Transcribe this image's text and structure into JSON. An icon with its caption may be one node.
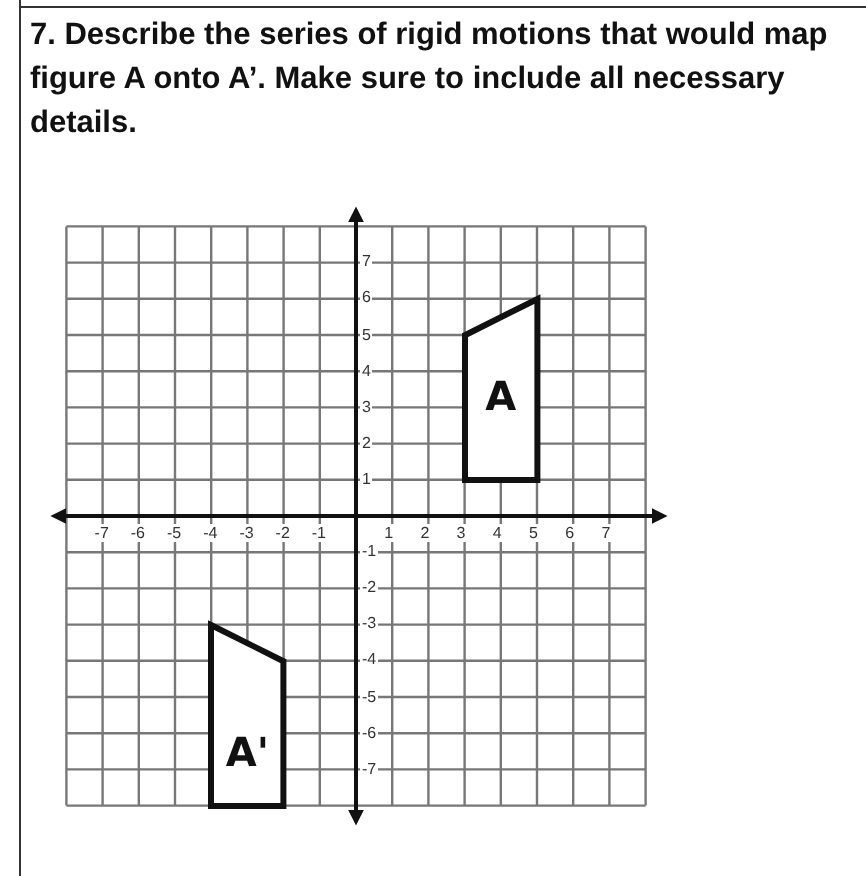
{
  "diagram": {
    "title": "7. Describe the series of rigid motions that would map figure A onto A’. Make sure to include all necessary details.",
    "nodes": [
      {
        "text": [
          "A"
        ]
      },
      {
        "text": [
          "A'"
        ]
      }
    ],
    "edges": [],
    "labels": [
      "7",
      "6",
      "5",
      "4",
      "3",
      "2",
      "1",
      "-7",
      "-6",
      "-5",
      "-4",
      "-3",
      "-2",
      "-1",
      "1",
      "2",
      "3",
      "4",
      "5",
      "6",
      "7",
      "-1",
      "-2",
      "-3",
      "-4",
      "-5",
      "-6",
      "-7"
    ]
  }
}
